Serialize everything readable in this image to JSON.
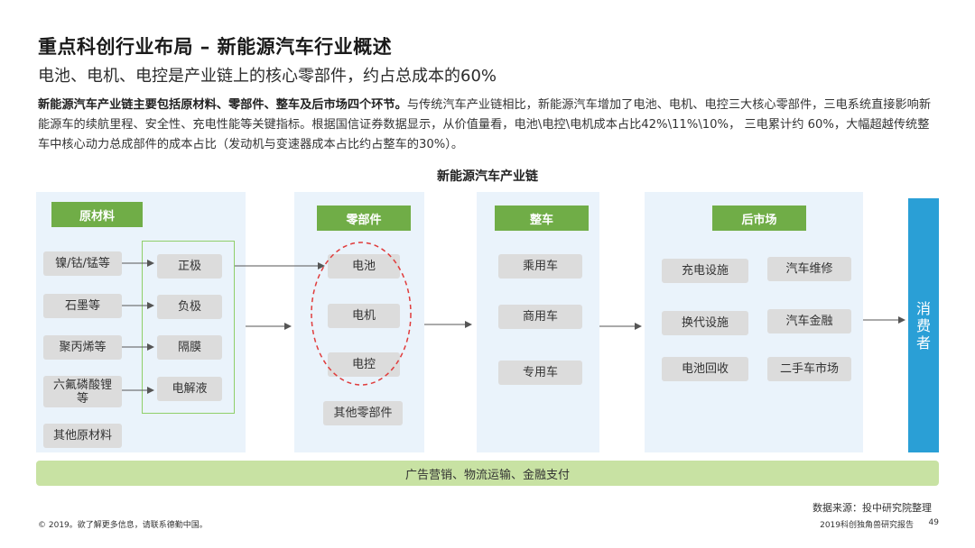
{
  "header": {
    "title": "重点科创行业布局 – 新能源汽车行业概述",
    "subtitle": "电池、电机、电控是产业链上的核心零部件，约占总成本的60%"
  },
  "intro": {
    "bold": "新能源汽车产业链主要包括原材料、零部件、整车及后市场四个环节。",
    "text": "与传统汽车产业链相比，新能源汽车增加了电池、电机、电控三大核心零部件，三电系统直接影响新能源车的续航里程、安全性、充电性能等关键指标。根据国信证券数据显示，从价值量看，电池\\电控\\电机成本占比42%\\11%\\10%， 三电累计约 60%，大幅超越传统整车中核心动力总成部件的成本占比（发动机与变速器成本占比约占整车的30%）。"
  },
  "diagram": {
    "title": "新能源汽车产业链",
    "raw": {
      "header": "原材料",
      "materials": [
        "镍/钴/锰等",
        "石墨等",
        "聚丙烯等",
        "六氟磷酸锂等",
        "其他原材料"
      ],
      "components": [
        "正极",
        "负极",
        "隔膜",
        "电解液"
      ]
    },
    "parts": {
      "header": "零部件",
      "items": [
        "电池",
        "电机",
        "电控",
        "其他零部件"
      ]
    },
    "vehicle": {
      "header": "整车",
      "items": [
        "乘用车",
        "商用车",
        "专用车"
      ]
    },
    "aftermarket": {
      "header": "后市场",
      "items": [
        "充电设施",
        "汽车维修",
        "换代设施",
        "汽车金融",
        "电池回收",
        "二手车市场"
      ]
    },
    "consumer": "消费者",
    "bottom_bar": "广告营销、物流运输、金融支付"
  },
  "footer": {
    "source": "数据来源：投中研究院整理",
    "copyright": "© 2019。欲了解更多信息，请联系德勤中国。",
    "report": "2019科创独角兽研究报告",
    "page": "49"
  },
  "colors": {
    "panel": "#eaf3fb",
    "header_green": "#70ad47",
    "box_gray": "#dcdcdc",
    "bar_green": "#c8e2a3",
    "consumer_blue": "#2a9fd6",
    "dash_red": "#e03c3c"
  }
}
